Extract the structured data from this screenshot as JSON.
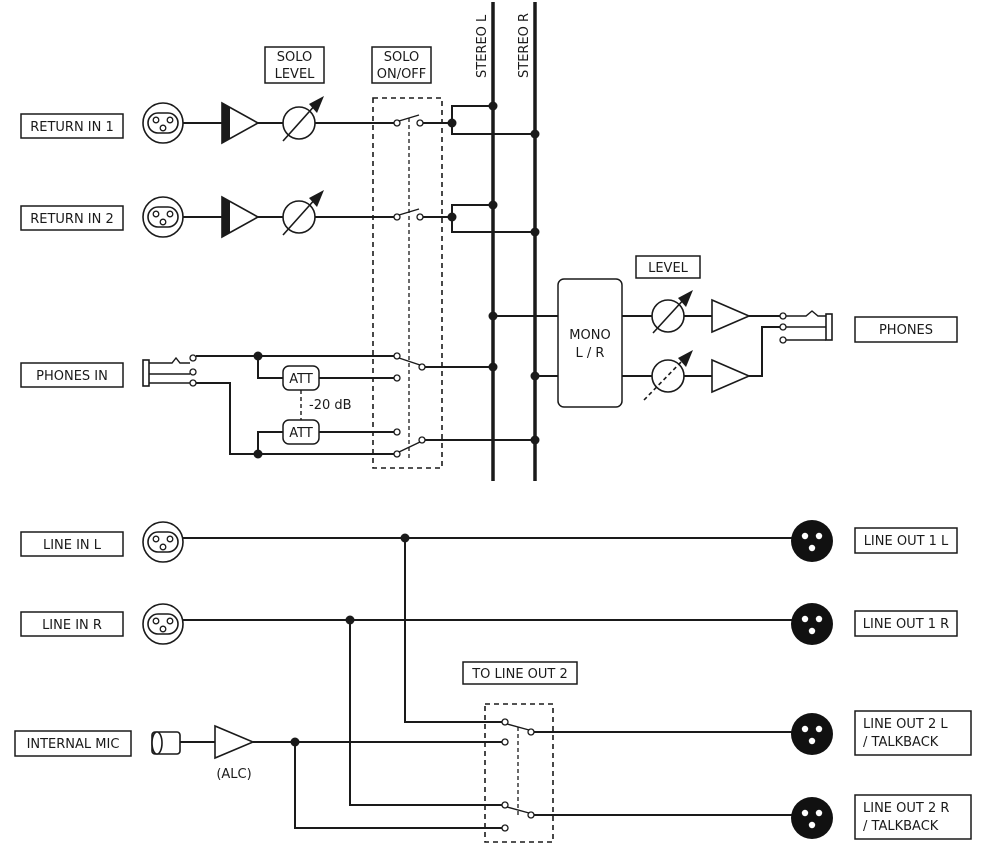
{
  "labels": {
    "return_in_1": "RETURN IN 1",
    "return_in_2": "RETURN IN 2",
    "phones_in": "PHONES IN",
    "line_in_l": "LINE IN L",
    "line_in_r": "LINE IN R",
    "internal_mic": "INTERNAL MIC",
    "solo_level_1": "SOLO",
    "solo_level_2": "LEVEL",
    "solo_onoff_1": "SOLO",
    "solo_onoff_2": "ON/OFF",
    "stereo_l": "STEREO L",
    "stereo_r": "STEREO R",
    "att": "ATT",
    "att_value": "-20 dB",
    "mono_1": "MONO",
    "mono_2": "L / R",
    "level": "LEVEL",
    "phones": "PHONES",
    "line_out_1_l": "LINE OUT 1 L",
    "line_out_1_r": "LINE OUT 1 R",
    "to_line_out_2": "TO LINE OUT 2",
    "line_out_2_l_1": "LINE OUT 2 L",
    "line_out_2_l_2": "/ TALKBACK",
    "line_out_2_r_1": "LINE OUT 2 R",
    "line_out_2_r_2": "/ TALKBACK",
    "alc": "(ALC)"
  }
}
